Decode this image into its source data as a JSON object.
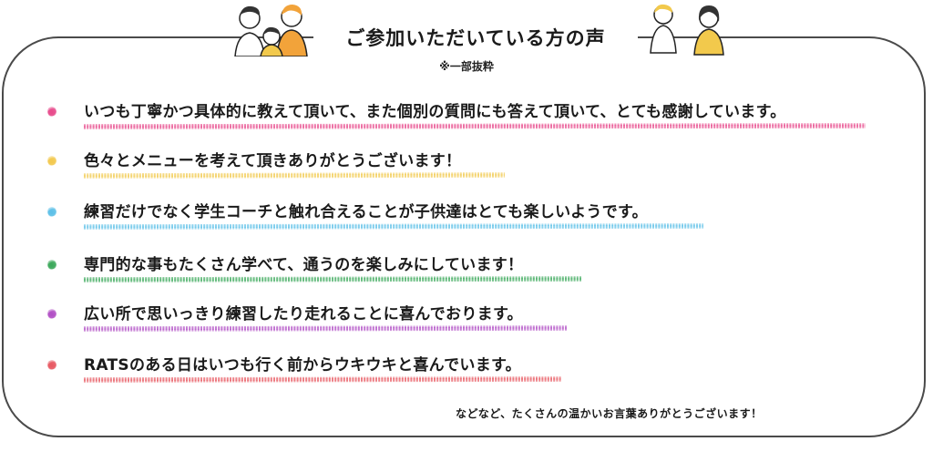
{
  "header": {
    "title": "ご参加いただいている方の声",
    "note": "※一部抜粋"
  },
  "testimonials": [
    {
      "text": "いつも丁寧かつ具体的に教えて頂いて、また個別の質問にも答えて頂いて、とても感謝しています。",
      "color": "#e8488a"
    },
    {
      "text": "色々とメニューを考えて頂きありがとうございます！",
      "color": "#f2c94c"
    },
    {
      "text": "練習だけでなく学生コーチと触れ合えることが子供達はとても楽しいようです。",
      "color": "#5bc0e8"
    },
    {
      "text": "専門的な事もたくさん学べて、通うのを楽しみにしています！",
      "color": "#3aa85a"
    },
    {
      "text": "広い所で思いっきり練習したり走れることに喜んでおります。",
      "color": "#b04fc4"
    },
    {
      "text": "RATSのある日はいつも行く前からウキウキと喜んでいます。",
      "color": "#e85860"
    }
  ],
  "footer": {
    "text": "などなど、たくさんの温かいお言葉ありがとうございます！"
  },
  "illustrations": {
    "left": "family-group-illustration",
    "right": "two-people-illustration"
  }
}
